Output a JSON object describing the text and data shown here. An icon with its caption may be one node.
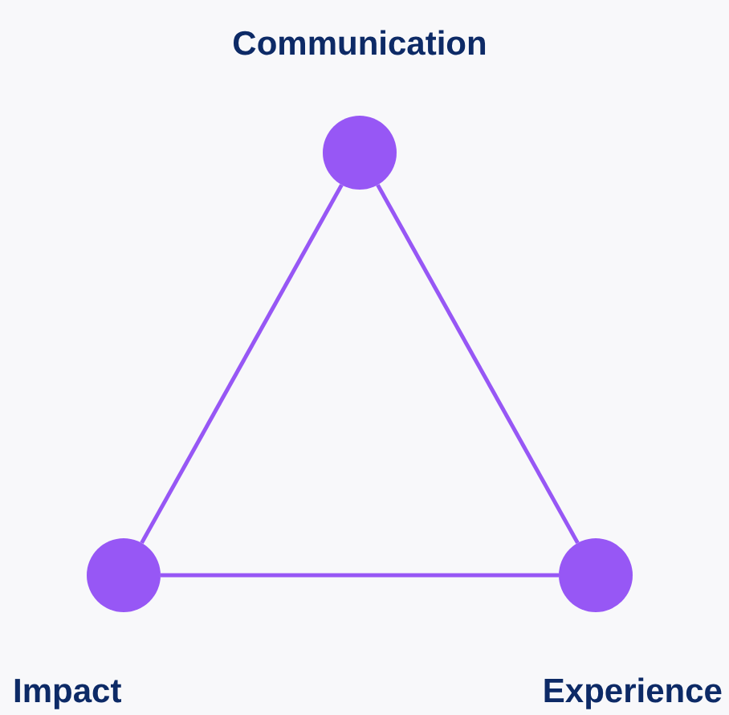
{
  "diagram": {
    "nodes": [
      {
        "text": [
          "Communication"
        ]
      },
      {
        "text": [
          "Impact"
        ]
      },
      {
        "text": [
          "Experience"
        ]
      }
    ],
    "edges": [
      {
        "from": 0,
        "to": 1,
        "arrow": "none"
      },
      {
        "from": 1,
        "to": 2,
        "arrow": "none"
      },
      {
        "from": 0,
        "to": 2,
        "arrow": "none"
      }
    ]
  }
}
